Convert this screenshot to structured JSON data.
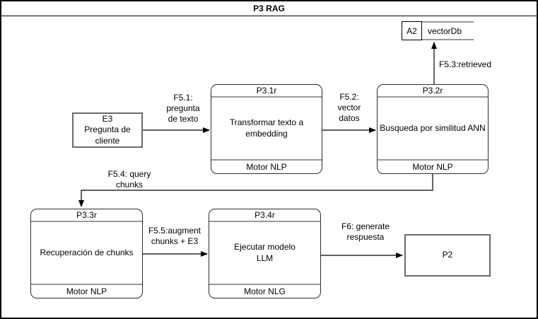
{
  "title": "P3 RAG",
  "nodes": {
    "e3": {
      "text": "E3\nPregunta de\ncliente"
    },
    "p31": {
      "header": "P3.1r",
      "body": "Transformar texto a\nembedding",
      "footer": "Motor NLP"
    },
    "p32": {
      "header": "P3.2r",
      "body": "Busqueda por similitud ANN",
      "footer": "Motor NLP"
    },
    "p33": {
      "header": "P3.3r",
      "body": "Recuperación de chunks",
      "footer": "Motor NLP"
    },
    "p34": {
      "header": "P3.4r",
      "body": "Ejecutar modelo\nLLM",
      "footer": "Motor NLG"
    },
    "p2": {
      "text": "P2"
    },
    "a2": {
      "code": "A2",
      "name": "vectorDb"
    }
  },
  "flows": {
    "f51": "F5.1:\npregunta\nde texto",
    "f52": "F5.2:\nvector\ndatos",
    "f53": "F5.3:retrieved",
    "f54": "F5.4: query\nchunks",
    "f55": "F5.5:augment\nchunks + E3",
    "f6": "F6: generate\nrespuesta"
  },
  "colors": {
    "node_border": "#666666",
    "divider": "#999999",
    "arrow": "#4a4a4a",
    "arrowhead": "#000000",
    "background": "#ffffff"
  }
}
